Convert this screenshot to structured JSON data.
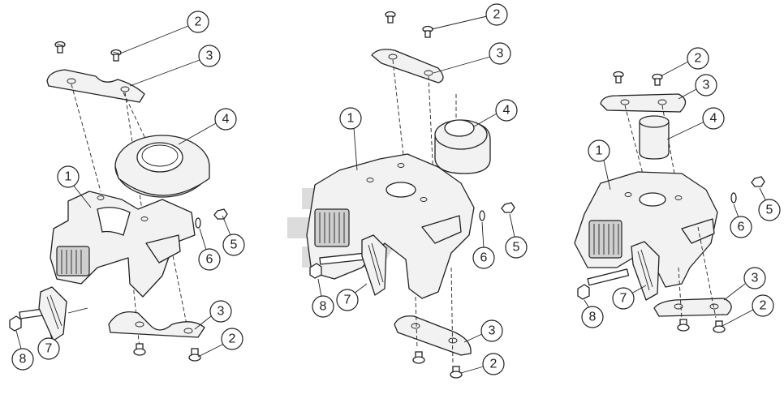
{
  "callouts": {
    "left": [
      {
        "id": "l2a",
        "label": "2"
      },
      {
        "id": "l3a",
        "label": "3"
      },
      {
        "id": "l4",
        "label": "4"
      },
      {
        "id": "l1",
        "label": "1"
      },
      {
        "id": "l5",
        "label": "5"
      },
      {
        "id": "l6",
        "label": "6"
      },
      {
        "id": "l3b",
        "label": "3"
      },
      {
        "id": "l2b",
        "label": "2"
      },
      {
        "id": "l7",
        "label": "7"
      },
      {
        "id": "l8",
        "label": "8"
      }
    ],
    "middle": [
      {
        "id": "m2a",
        "label": "2"
      },
      {
        "id": "m3a",
        "label": "3"
      },
      {
        "id": "m4",
        "label": "4"
      },
      {
        "id": "m1",
        "label": "1"
      },
      {
        "id": "m6",
        "label": "6"
      },
      {
        "id": "m5",
        "label": "5"
      },
      {
        "id": "m8",
        "label": "8"
      },
      {
        "id": "m7",
        "label": "7"
      },
      {
        "id": "m3b",
        "label": "3"
      },
      {
        "id": "m2b",
        "label": "2"
      }
    ],
    "right": [
      {
        "id": "r2a",
        "label": "2"
      },
      {
        "id": "r3a",
        "label": "3"
      },
      {
        "id": "r4",
        "label": "4"
      },
      {
        "id": "r1",
        "label": "1"
      },
      {
        "id": "r6",
        "label": "6"
      },
      {
        "id": "r5",
        "label": "5"
      },
      {
        "id": "r3b",
        "label": "3"
      },
      {
        "id": "r2b",
        "label": "2"
      },
      {
        "id": "r7",
        "label": "7"
      },
      {
        "id": "r8",
        "label": "8"
      }
    ]
  },
  "colors": {
    "line": "#222222",
    "part_fill": "#f2f2f2",
    "watermark": "#bfbfbf"
  },
  "watermark_icon": "company-logo-watermark"
}
